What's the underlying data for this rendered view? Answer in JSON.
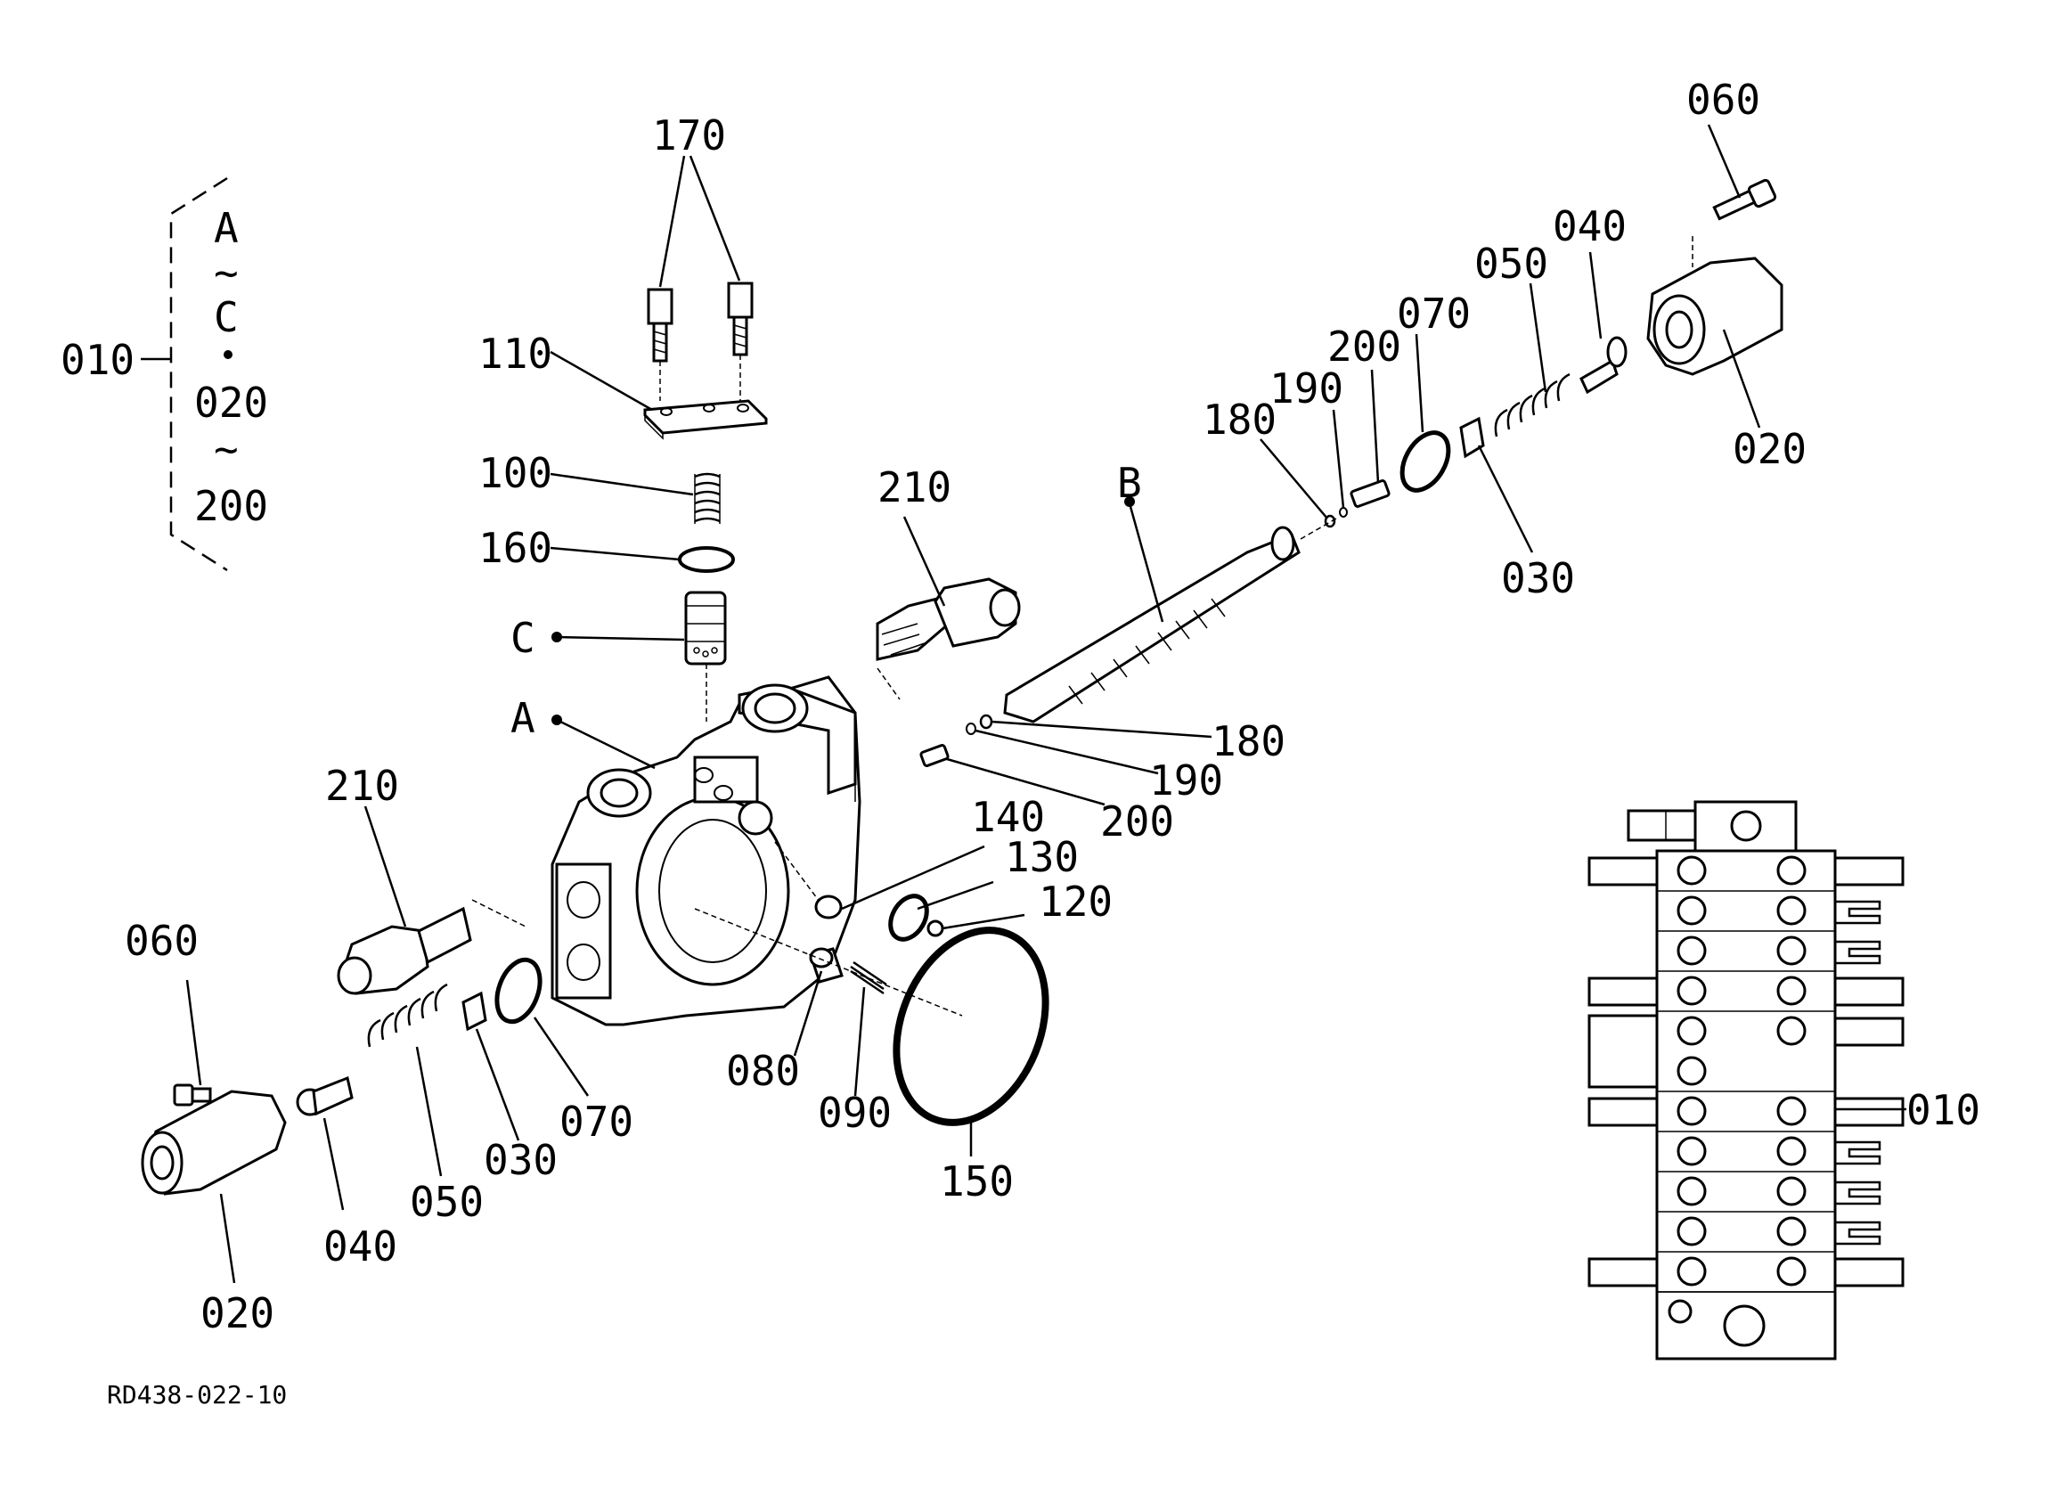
{
  "figure_id": "RD438-022-10",
  "group": {
    "label": "010",
    "range_top": [
      "A",
      "~",
      "C"
    ],
    "bullet": "•",
    "range_bottom": [
      "020",
      "~",
      "200"
    ]
  },
  "callouts": {
    "c170": "170",
    "c110": "110",
    "c100": "100",
    "c160": "160",
    "cC": "C",
    "cA": "A",
    "cB": "B",
    "c210a": "210",
    "c210b": "210",
    "c060a": "060",
    "c060b": "060",
    "c040a": "040",
    "c040b": "040",
    "c050a": "050",
    "c050b": "050",
    "c070a": "070",
    "c070b": "070",
    "c200a": "200",
    "c200b": "200",
    "c190a": "190",
    "c190b": "190",
    "c180a": "180",
    "c180b": "180",
    "c020a": "020",
    "c020b": "020",
    "c030a": "030",
    "c030b": "030",
    "c140": "140",
    "c130": "130",
    "c120": "120",
    "c080": "080",
    "c090": "090",
    "c150": "150",
    "c010": "010"
  }
}
